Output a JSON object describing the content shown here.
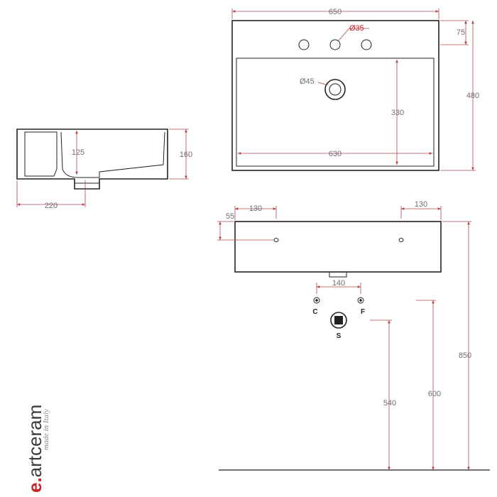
{
  "brand": {
    "prefix": "e.",
    "name": "artceram",
    "tagline": "made in Italy"
  },
  "colors": {
    "outline": "#222222",
    "dimension": "#b0464a",
    "dimension_text": "#6e6e6e",
    "brand_red": "#c0262d"
  },
  "side_view": {
    "dim_depth": "220",
    "dim_height": "160",
    "dim_bowl_depth": "125"
  },
  "top_view": {
    "dim_width": "650",
    "dim_tap_hole": "Ø35",
    "dim_tap_offset": "75",
    "dim_depth": "480",
    "dim_drain": "Ø45",
    "dim_bowl_depth": "330",
    "dim_bowl_width": "630"
  },
  "front_view": {
    "dim_left_fix": "130",
    "dim_right_fix": "130",
    "dim_fix_height": "55",
    "dim_total_height": "850",
    "dim_water_spacing": "140",
    "dim_water_height": "600",
    "dim_waste_height": "540"
  },
  "connections": {
    "cold": "C",
    "hot": "F",
    "waste": "S"
  }
}
